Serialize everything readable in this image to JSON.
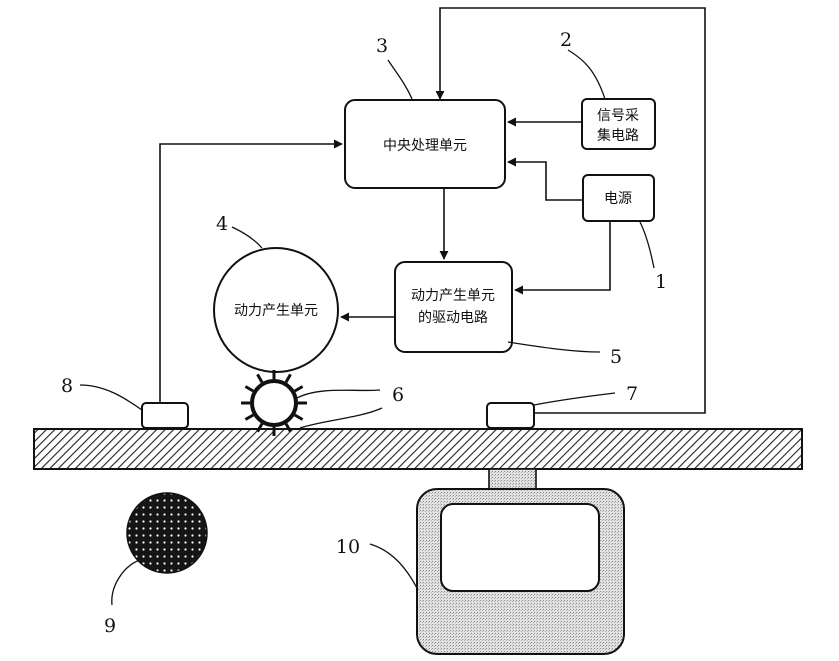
{
  "blocks": {
    "cpu": "中央处理单元",
    "signal_line1": "信号采",
    "signal_line2": "集电路",
    "power": "电源",
    "driver_line1": "动力产生单元",
    "driver_line2": "的驱动电路",
    "motor": "动力产生单元"
  },
  "numbers": {
    "n1": "1",
    "n2": "2",
    "n3": "3",
    "n4": "4",
    "n5": "5",
    "n6": "6",
    "n7": "7",
    "n8": "8",
    "n9": "9",
    "n10": "10"
  },
  "colors": {
    "stroke": "#111111",
    "fill_light": "#e6e6e6"
  }
}
